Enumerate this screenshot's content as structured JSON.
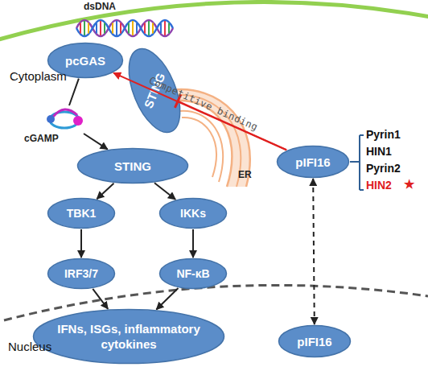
{
  "diagram": {
    "nodes": [
      {
        "text": [
          "pcGAS"
        ]
      },
      {
        "text": [
          "STING"
        ]
      },
      {
        "text": [
          "pIFI16"
        ]
      },
      {
        "text": [
          "STING"
        ]
      },
      {
        "text": [
          "TBK1"
        ]
      },
      {
        "text": [
          "IKKs"
        ]
      },
      {
        "text": [
          "IRF3/7"
        ]
      },
      {
        "text": [
          "NF-κB"
        ]
      },
      {
        "text": [
          "IFNs, ISGs, inflammatory cytokines"
        ]
      },
      {
        "text": [
          "pIFI16"
        ]
      }
    ],
    "edges": [
      {
        "from": 0,
        "to": 3,
        "arrow": "to"
      },
      {
        "from": 2,
        "to": 0,
        "label": "Competitive binding",
        "arrow": "to"
      },
      {
        "from": 2,
        "to": 1,
        "arrow": "to"
      },
      {
        "from": 3,
        "to": 4,
        "arrow": "to"
      },
      {
        "from": 3,
        "to": 5,
        "arrow": "to"
      },
      {
        "from": 4,
        "to": 6,
        "arrow": "to"
      },
      {
        "from": 5,
        "to": 7,
        "arrow": "to"
      },
      {
        "from": 6,
        "to": 8,
        "arrow": "to"
      },
      {
        "from": 7,
        "to": 8,
        "arrow": "to"
      },
      {
        "from": 2,
        "to": 9,
        "arrow": "both"
      }
    ],
    "labels": [
      "Cytoplasm",
      "dsDNA",
      "cGAMP",
      "ER",
      "Pyrin1",
      "HIN1",
      "Pyrin2",
      "HIN2",
      "★",
      "Nucleus"
    ]
  }
}
